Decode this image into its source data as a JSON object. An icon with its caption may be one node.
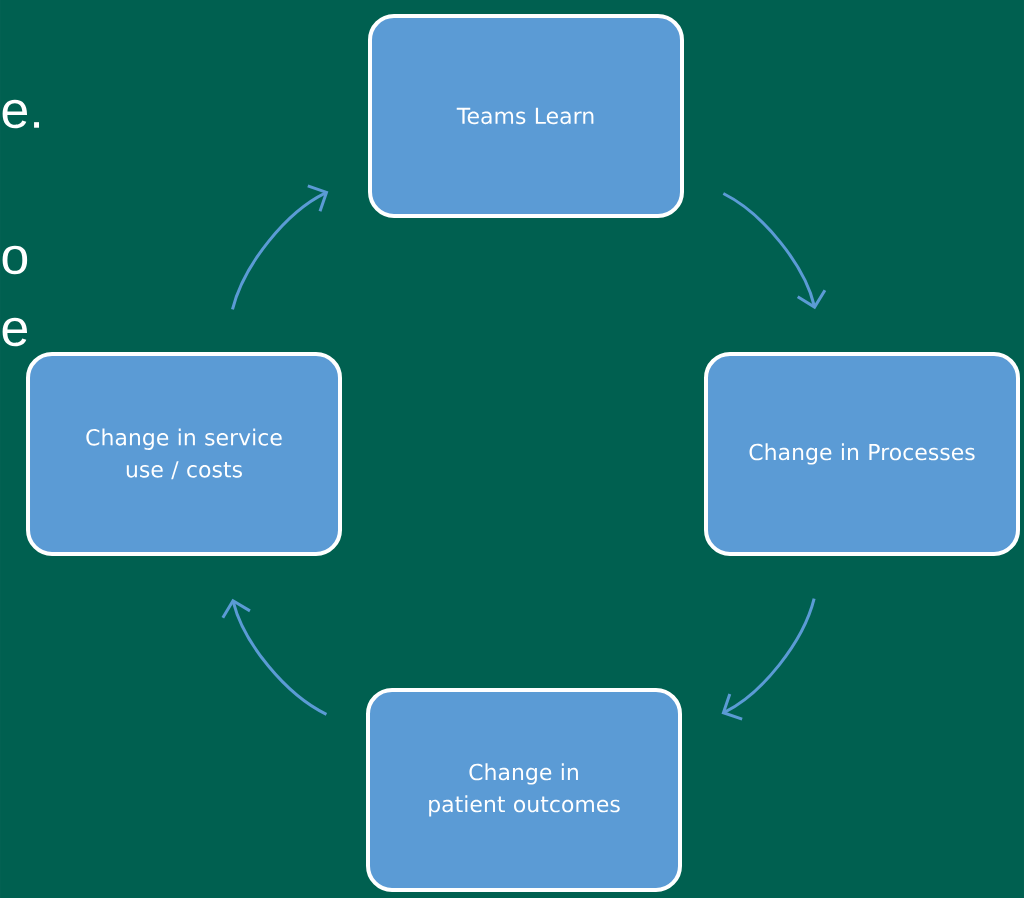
{
  "diagram": {
    "nodes": [
      {
        "text": [
          "Teams Learn"
        ]
      },
      {
        "text": [
          "Change in Processes"
        ]
      },
      {
        "text": [
          "Change in patient outcomes"
        ]
      },
      {
        "text": [
          "Change in service use / costs"
        ]
      }
    ],
    "edges": [
      {
        "from": 0,
        "to": 1,
        "arrow": "to"
      },
      {
        "from": 1,
        "to": 2,
        "arrow": "to"
      },
      {
        "from": 2,
        "to": 3,
        "arrow": "to"
      },
      {
        "from": 3,
        "to": 0,
        "arrow": "to"
      }
    ],
    "labels": [
      "e.",
      "o",
      "e"
    ]
  }
}
